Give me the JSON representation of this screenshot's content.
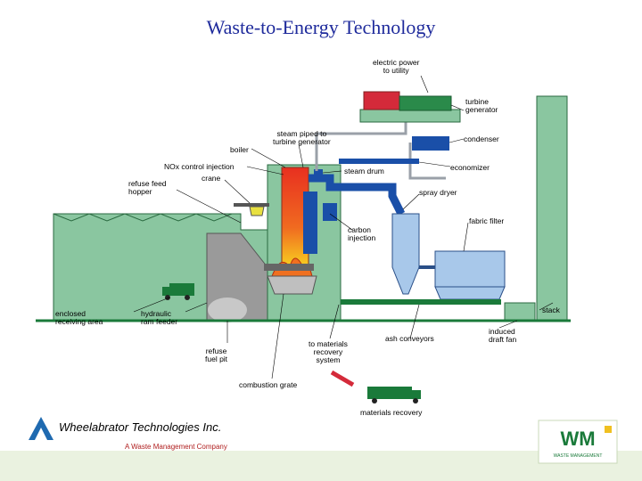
{
  "title": "Waste-to-Energy Technology",
  "labels": {
    "electric_power": "electric power\nto utility",
    "turbine_generator": "turbine\ngenerator",
    "condenser": "condenser",
    "economizer": "economizer",
    "steam_piped": "steam piped to\nturbine generator",
    "boiler": "boiler",
    "nox": "NOx control injection",
    "steam_drum": "steam drum",
    "crane": "crane",
    "refuse_feed_hopper": "refuse feed\nhopper",
    "spray_dryer": "spray dryer",
    "fabric_filter": "fabric filter",
    "carbon_injection": "carbon\ninjection",
    "stack": "stack",
    "enclosed_receiving": "enclosed\nreceiving area",
    "hydraulic_ram": "hydraulic\nram feeder",
    "refuse_fuel_pit": "refuse\nfuel pit",
    "materials_recovery_system": "to materials\nrecovery\nsystem",
    "ash_conveyors": "ash conveyors",
    "induced_draft_fan": "induced\ndraft fan",
    "combustion_grate": "combustion grate",
    "materials_recovery": "materials recovery"
  },
  "footer": {
    "company": "Wheelabrator Technologies Inc.",
    "subsidiary": "A Waste Management Company",
    "wm_logo_text": "WM",
    "wm_logo_sub": "WASTE MANAGEMENT"
  },
  "colors": {
    "building_green": "#8ac6a0",
    "dark_green": "#1a7a3a",
    "pipe_blue": "#1a4fa8",
    "filter_blue": "#a8c8ea",
    "title_blue": "#1f2b9c",
    "gen_red": "#d42a3a"
  }
}
